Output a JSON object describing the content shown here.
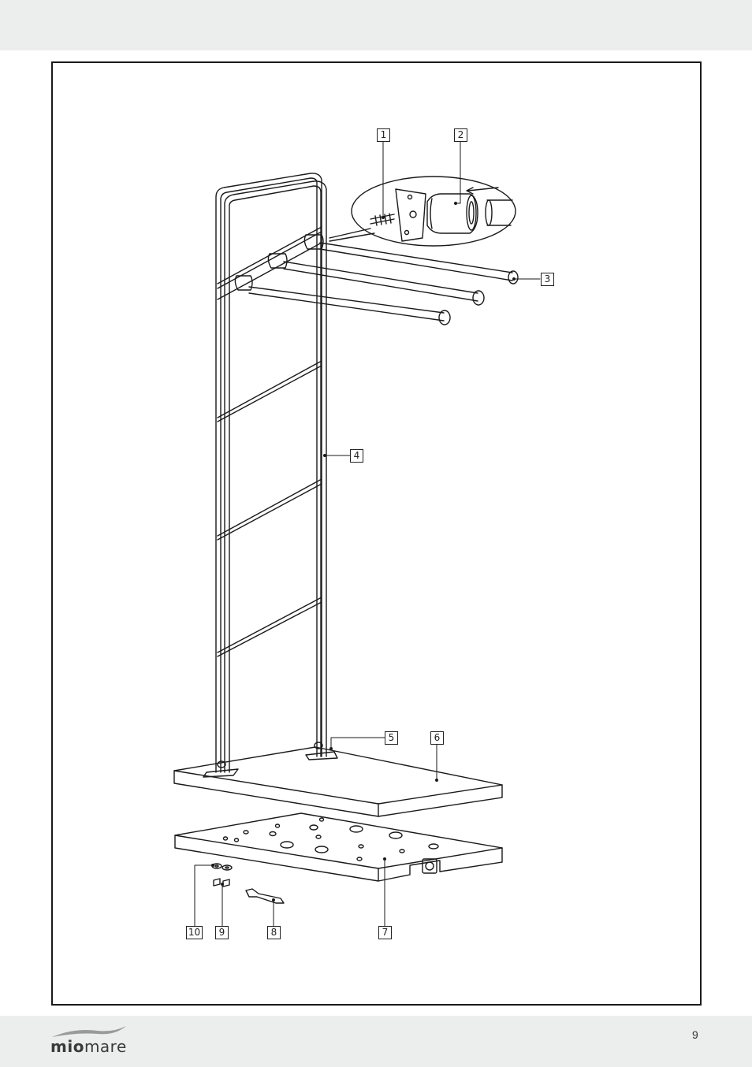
{
  "document": {
    "brand": {
      "prefix": "mio",
      "suffix": "mare"
    },
    "page_number": "9",
    "callouts": {
      "c1": "1",
      "c2": "2",
      "c3": "3",
      "c4": "4",
      "c5": "5",
      "c6": "6",
      "c7": "7",
      "c8": "8",
      "c9": "9",
      "c10": "10"
    }
  }
}
